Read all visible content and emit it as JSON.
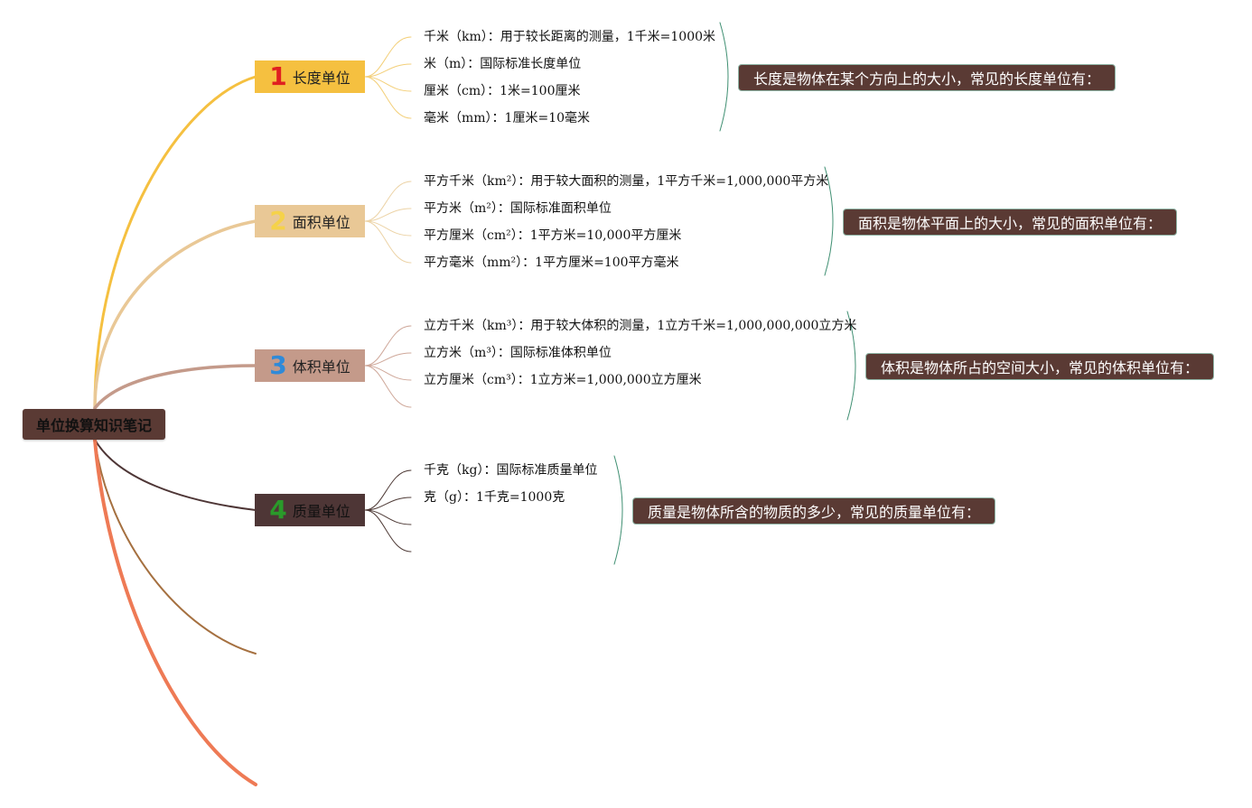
{
  "root": {
    "title": "单位换算知识笔记"
  },
  "colors": {
    "root_bg": "#5a3a34",
    "summary_bg": "#5a3a34",
    "bracket": "#3f8f72",
    "branch_1": "#f5c040",
    "branch_2": "#e9c896",
    "branch_3": "#c49a8a",
    "branch_4": "#4e3636",
    "branch_5": "#a57040",
    "branch_6": "#ee7a55"
  },
  "branches": [
    {
      "number": "1",
      "label": "长度单位",
      "number_color": "#e02020",
      "items": [
        "千米（km）：用于较长距离的测量，1千米=1000米",
        "米（m）：国际标准长度单位",
        "厘米（cm）：1米=100厘米",
        "毫米（mm）：1厘米=10毫米"
      ],
      "summary": "长度是物体在某个方向上的大小，常见的长度单位有："
    },
    {
      "number": "2",
      "label": "面积单位",
      "number_color": "#f5d24a",
      "items": [
        "平方千米（km²）：用于较大面积的测量，1平方千米=1,000,000平方米",
        "平方米（m²）：国际标准面积单位",
        "平方厘米（cm²）：1平方米=10,000平方厘米",
        "平方毫米（mm²）：1平方厘米=100平方毫米"
      ],
      "summary": "面积是物体平面上的大小，常见的面积单位有："
    },
    {
      "number": "3",
      "label": "体积单位",
      "number_color": "#2f8ad8",
      "items": [
        "立方千米（km³）：用于较大体积的测量，1立方千米=1,000,000,000立方米",
        "立方米（m³）：国际标准体积单位",
        "立方厘米（cm³）：1立方米=1,000,000立方厘米"
      ],
      "summary": "体积是物体所占的空间大小，常见的体积单位有："
    },
    {
      "number": "4",
      "label": "质量单位",
      "number_color": "#2a9a2a",
      "items": [
        "千克（kg）：国际标准质量单位",
        "克（g）：1千克=1000克"
      ],
      "summary": "质量是物体所含的物质的多少，常见的质量单位有："
    }
  ]
}
